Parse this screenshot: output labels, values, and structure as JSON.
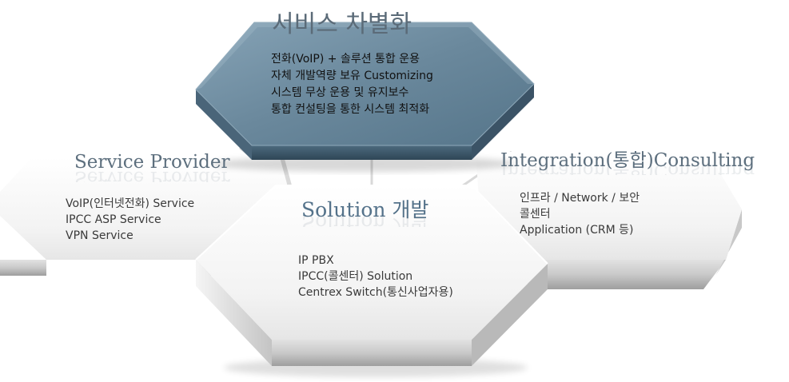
{
  "center_top": {
    "title": "서비스 차별화",
    "lines": [
      "전화(VoIP) + 솔루션 통합 운용",
      "자체 개발역량 보유  Customizing",
      "시스템 무상 운용 및 유지보수",
      "통합 컨설팅을 통한 시스템 최적화"
    ]
  },
  "left": {
    "title": "Service Provider",
    "lines": [
      "VoIP(인터넷전화) Service",
      "IPCC ASP Service",
      "VPN Service"
    ]
  },
  "center": {
    "title": "Solution 개발",
    "lines": [
      "IP PBX",
      "IPCC(콜센터) Solution",
      "Centrex Switch(통신사업자용)"
    ]
  },
  "right": {
    "title": "Integration(통합)Consulting",
    "lines": [
      "인프라 / Network / 보안",
      "콜센터",
      "Application (CRM 등)"
    ]
  },
  "colors": {
    "top_hex": "#5f7f95",
    "top_hex_dark": "#3f5a6c",
    "light_hex": "#f4f4f4",
    "heading": "#5d6f7e"
  }
}
